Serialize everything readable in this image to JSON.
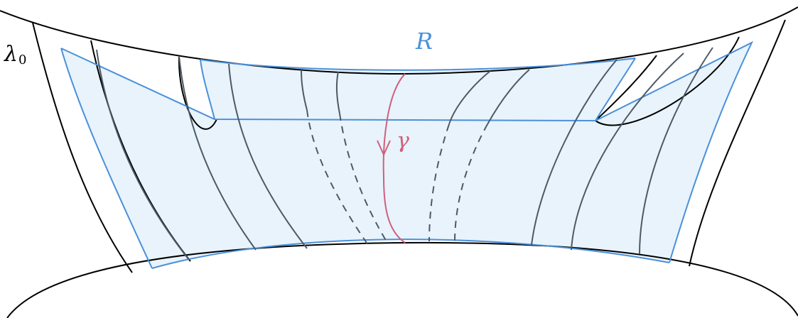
{
  "labels": {
    "region": "R",
    "curve": "γ",
    "lamination_base": "λ",
    "lamination_sub": "0"
  },
  "colors": {
    "outline": "#000000",
    "region_stroke": "#4a90d9",
    "region_fill": "#e8f3fc",
    "leaf": "#4d5a66",
    "curve": "#d0607a"
  }
}
